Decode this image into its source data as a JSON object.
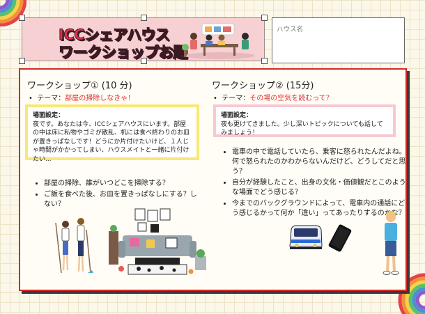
{
  "header": {
    "title_line1": "ICCシェアハウス",
    "title_line2": "ワークショップお題"
  },
  "house_box": {
    "label": "ハウス名"
  },
  "workshop1": {
    "title": "ワークショップ① (10 分)",
    "theme_label": "テーマ：",
    "theme_value": "部屋の掃除しなきゃ！",
    "scene_heading": "場面設定：",
    "scene_text": "夜です。あなたは今、ICCシェアハウスにいます。部屋の中は床に私物やゴミが散乱、机には食べ終わりのお皿が置きっぱなしです！どうにか片付けたいけど、１人じゃ時間がかかってしまい、ハウスメイトと一緒に片付けたい...",
    "questions": [
      "部屋の掃除、誰がいつどこを掃除する？",
      "ご飯を食べた後、お皿を置きっぱなしにする？しない？"
    ]
  },
  "workshop2": {
    "title": "ワークショップ② (15分)",
    "theme_label": "テーマ：",
    "theme_value": "その場の空気を読むって？",
    "scene_heading": "場面設定：",
    "scene_text": "夜も更けてきました。少し深いトピックについても話してみましょう！",
    "questions": [
      "電車の中で電話していたら、乗客に怒られたんだよね。何で怒られたのかわからないんだけど、どうしてだと思う？",
      "自分が経験したこと、出身の文化・価値観だとこのような場面でどう感じる？",
      "今までのバックグラウンドによって、電車内の通話にどう感じるかって何か「違い」ってあったりするのかな？"
    ]
  },
  "colors": {
    "accent_red": "#e03030",
    "title_pink": "#f6d0d2",
    "scene1_border": "#f7e879",
    "scene2_border": "#f6c9d2"
  }
}
